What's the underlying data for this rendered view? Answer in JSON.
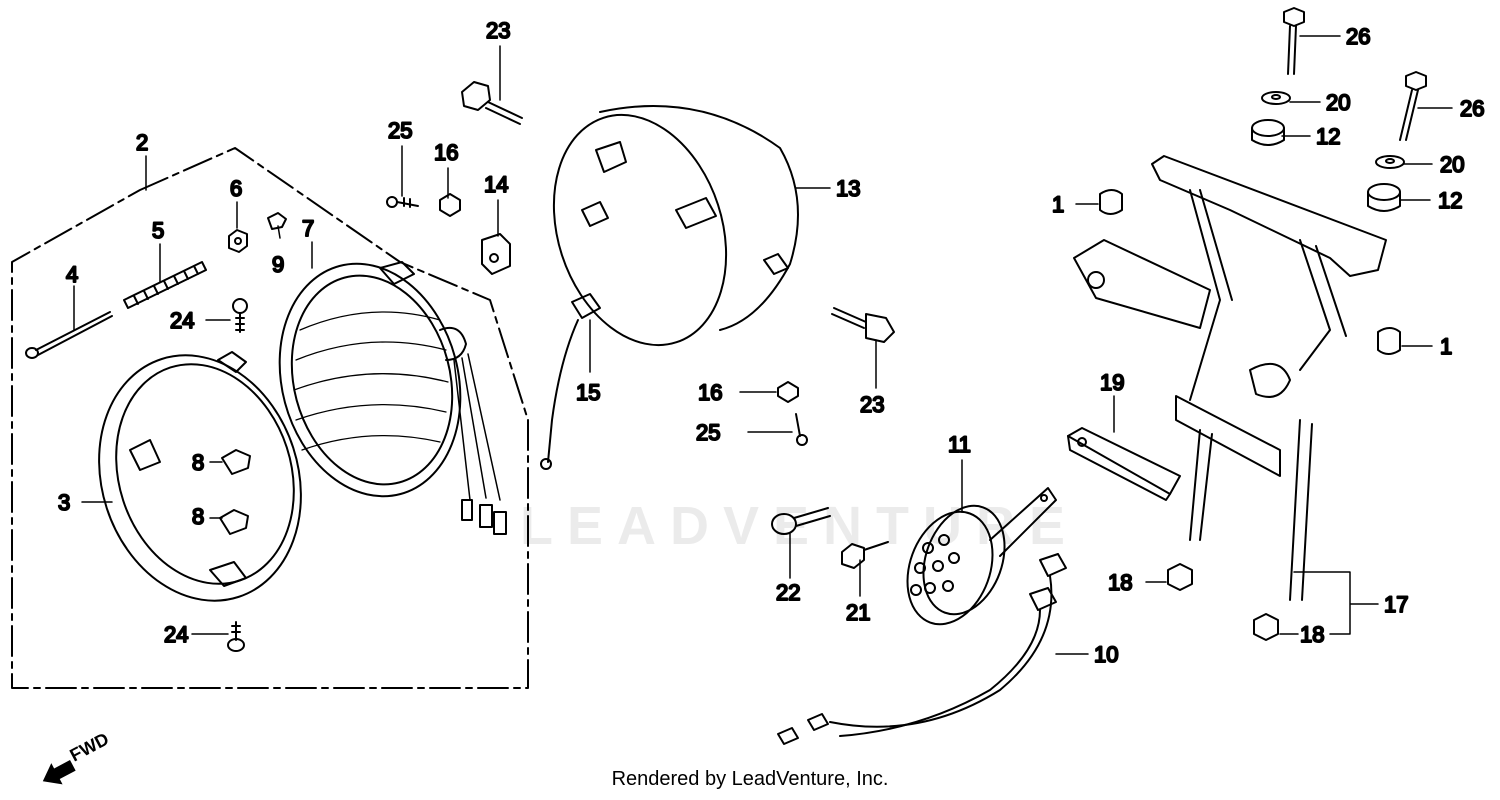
{
  "footer": {
    "credit": "Rendered by LeadVenture, Inc."
  },
  "watermark": {
    "text": "LEADVENTURE"
  },
  "direction_marker": {
    "label": "FWD",
    "icon": "forward-arrow-icon"
  },
  "callouts": {
    "p1a": "1",
    "p1b": "1",
    "p2": "2",
    "p3": "3",
    "p4": "4",
    "p5": "5",
    "p6": "6",
    "p7": "7",
    "p8a": "8",
    "p8b": "8",
    "p9": "9",
    "p10": "10",
    "p11": "11",
    "p12a": "12",
    "p12b": "12",
    "p13": "13",
    "p14": "14",
    "p15": "15",
    "p16a": "16",
    "p16b": "16",
    "p17": "17",
    "p18a": "18",
    "p18b": "18",
    "p19": "19",
    "p20a": "20",
    "p20b": "20",
    "p21": "21",
    "p22": "22",
    "p23a": "23",
    "p23b": "23",
    "p24a": "24",
    "p24b": "24",
    "p25a": "25",
    "p25b": "25",
    "p26a": "26",
    "p26b": "26"
  },
  "colors": {
    "line": "#000000",
    "background": "#ffffff"
  }
}
